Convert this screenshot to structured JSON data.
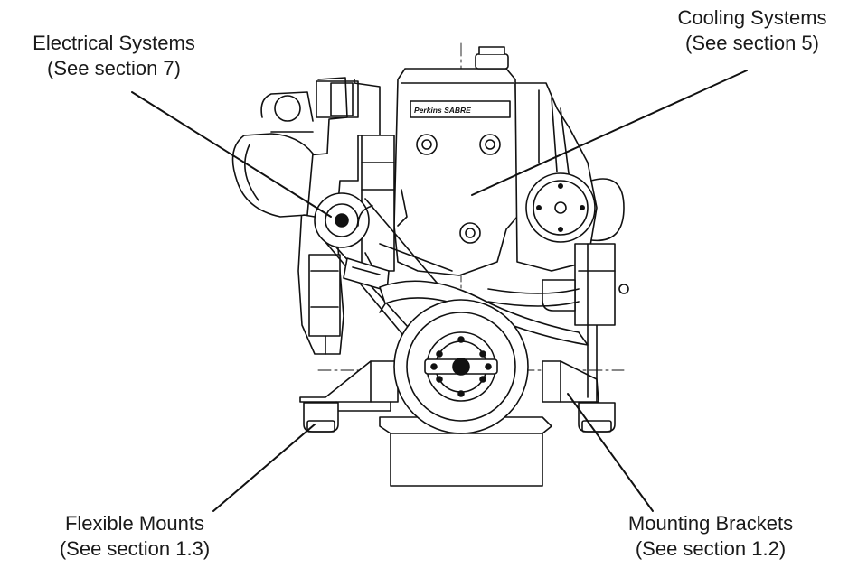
{
  "callouts": {
    "electrical": {
      "title": "Electrical Systems",
      "ref": "(See section 7)"
    },
    "cooling": {
      "title": "Cooling Systems",
      "ref": "(See section 5)"
    },
    "flexible_mounts": {
      "title": "Flexible Mounts",
      "ref": "(See section 1.3)"
    },
    "mounting_brackets": {
      "title": "Mounting Brackets",
      "ref": "(See section 1.2)"
    }
  },
  "engine": {
    "brand_label": "Perkins SABRE"
  },
  "colors": {
    "line": "#111111",
    "text": "#1a1a1a",
    "background": "#ffffff"
  }
}
